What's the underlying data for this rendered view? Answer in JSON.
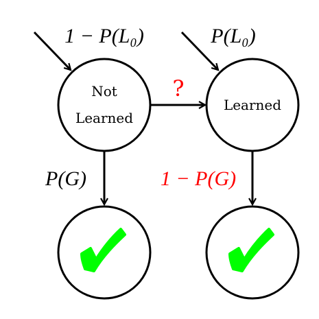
{
  "colors": {
    "stroke": "#000000",
    "highlight": "#ff0000",
    "check": "#00ff00"
  },
  "nodes": {
    "not_learned": {
      "line1": "Not",
      "line2": "Learned"
    },
    "learned": {
      "label": "Learned"
    }
  },
  "edges": {
    "prior_not_learned": {
      "label": "1 − P(L₀)"
    },
    "prior_learned": {
      "label": "P(L₀)"
    },
    "transition": {
      "label": "?"
    },
    "guess": {
      "label": "P(G)"
    },
    "not_guess": {
      "label": "1 − P(G)"
    }
  },
  "outcome_icons": [
    "check-icon",
    "check-icon"
  ]
}
